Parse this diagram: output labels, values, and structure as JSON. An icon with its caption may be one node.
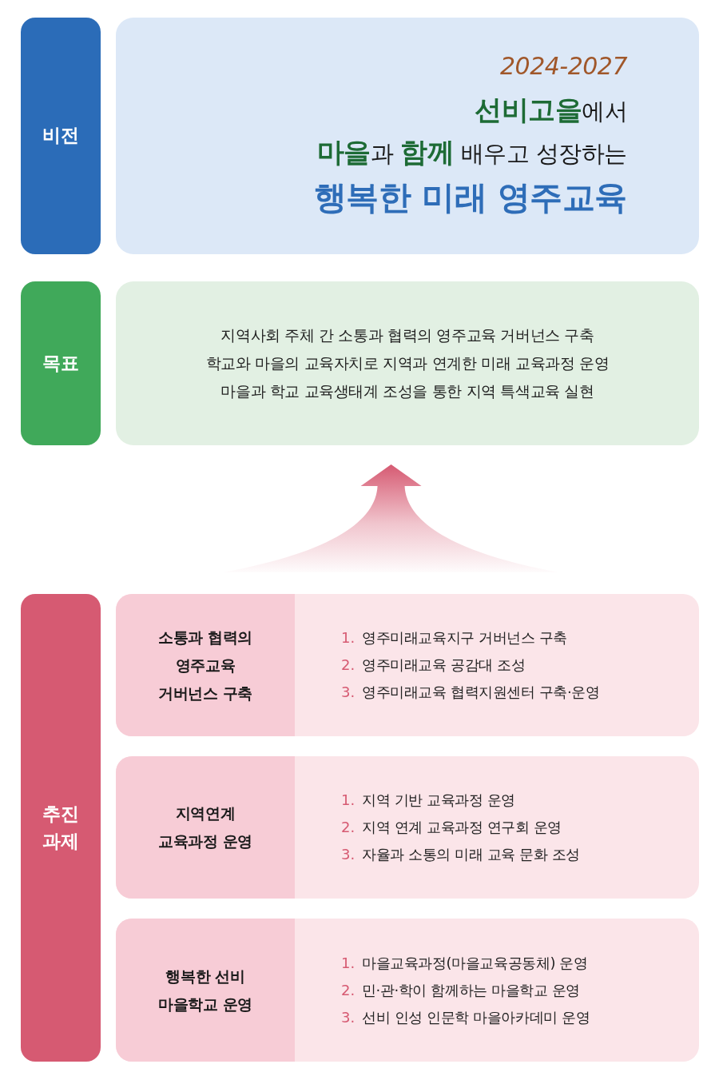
{
  "diagram": {
    "nodes": [
      {
        "text": [
          "비전"
        ]
      },
      {
        "text": [
          "2024-2027",
          "**선비고을**에서",
          "**마을**과 **함께** 배우고 성장하는",
          "행복한 미래 영주교육"
        ]
      },
      {
        "text": [
          "목표"
        ]
      },
      {
        "text": [
          "지역사회 주체 간 소통과 협력의 영주교육 거버넌스 구축",
          "학교와 마을의 교육자치로 지역과 연계한 미래 교육과정 운영",
          "마을과 학교 교육생태계 조성을 통한 지역 특색교육 실현"
        ]
      },
      {
        "text": [
          "추진 과제"
        ]
      },
      {
        "text": [
          "소통과 협력의 영주교육 거버넌스 구축",
          "1.",
          "영주미래교육지구 거버넌스 구축",
          "2.",
          "영주미래교육 공감대 조성",
          "3.",
          "영주미래교육 협력지원센터 구축·운영"
        ]
      },
      {
        "text": [
          "지역연계 교육과정 운영",
          "1.",
          "지역 기반 교육과정 운영",
          "2.",
          "지역 연계 교육과정 연구회 운영",
          "3.",
          "자율과 소통의 미래 교육 문화 조성"
        ]
      },
      {
        "text": [
          "행복한 선비 마을학교 운영",
          "1.",
          "마을교육과정(마을교육공동체) 운영",
          "2.",
          "민·관·학이 함께하는 마을학교 운영",
          "3.",
          "선비 인성 인문학 마을아카데미 운영"
        ]
      }
    ],
    "edges": [
      {
        "from": 5,
        "to": 3,
        "arrow": "to"
      }
    ]
  }
}
